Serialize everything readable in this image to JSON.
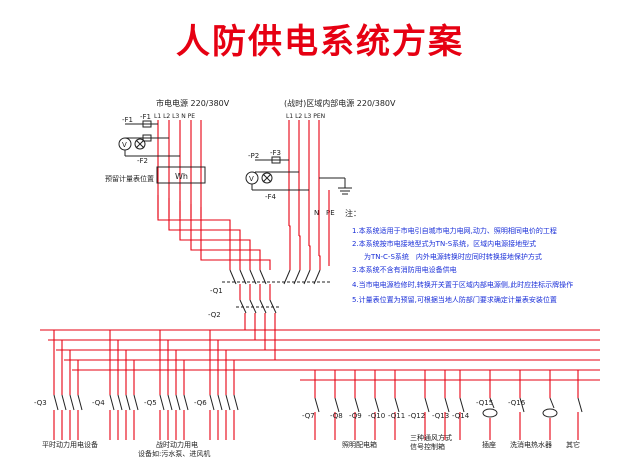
{
  "title": "人防供电系统方案",
  "sources": {
    "main": {
      "label": "市电电源 220/380V",
      "phases": "L1  L2  L3  N  PE"
    },
    "backup": {
      "label": "(战时)区域内部电源 220/380V",
      "phases": "L1  L2  L3  PEN"
    }
  },
  "devices": {
    "f1a": "-F1",
    "f1b": "-F1",
    "f2": "-F2",
    "p2": "-P2",
    "f3": "-F3",
    "f4": "-F4",
    "q1": "-Q1",
    "q2": "-Q2",
    "q3": "-Q3",
    "q4": "-Q4",
    "q5": "-Q5",
    "q6": "-Q6",
    "q7": "-Q7",
    "q8": "-Q8",
    "q9": "-Q9",
    "q10": "-Q10",
    "q11": "-Q11",
    "q12": "-Q12",
    "q13": "-Q13",
    "q14": "-Q14",
    "q15": "-Q15",
    "q16": "-Q16"
  },
  "meter": {
    "label": "预留计量表位置",
    "box": "Wh"
  },
  "meter_v1": "V",
  "meter_v2": "V",
  "ground_labels": {
    "n": "N",
    "pe": "PE"
  },
  "notes": {
    "heading": "注：",
    "items": [
      "1.本系统适用于市电引自城市电力电网,动力、照明相同电价的工程",
      "2.本系统按市电接地型式为TN-S系统，区域内电源接地型式",
      "为TN-C-S系统　内外电源转换时应同时转换接地保护方式",
      "3.本系统不含有消防用电设备供电",
      "4.当市电电源检修时,转换开关置于区域内部电源侧,此时应挂标示牌操作",
      "5.计量表位置为预留,可根据当地人防部门要求确定计量表安装位置"
    ]
  },
  "loads": {
    "l1": "平时动力用电设备",
    "l2": "战时动力用电",
    "l2b": "设备如:污水泵、进风机",
    "l3": "照明配电箱",
    "l4a": "三种通风方式",
    "l4b": "信号控制箱",
    "l5": "插座",
    "l6": "洗消电热水器",
    "l7": "其它"
  }
}
